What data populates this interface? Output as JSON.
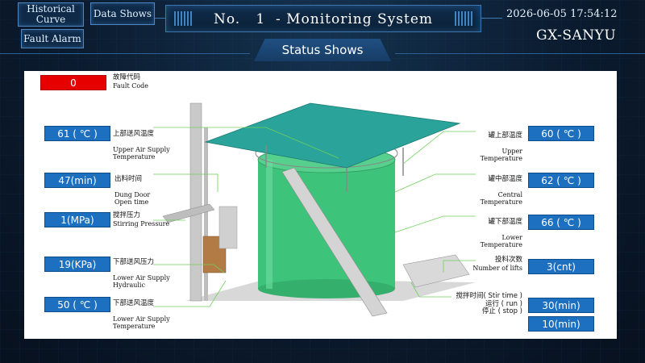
{
  "nav": {
    "historical_curve": "Historical\nCurve",
    "data_shows": "Data Shows",
    "fault_alarm": "Fault Alarm"
  },
  "header": {
    "title": "No.   1  - Monitoring System",
    "datetime": "2026-06-05 17:54:12",
    "brand": "GX-SANYU",
    "subtitle": "Status Shows"
  },
  "left": [
    {
      "value": "0",
      "cn": "故障代码",
      "en": "Fault  Code"
    },
    {
      "value": "61 ( ℃ )",
      "cn": "上部送风温度",
      "en": "Upper Air Supply\nTemperature"
    },
    {
      "value": "47(min)",
      "cn": "出料时间",
      "en": "Dung Door\nOpen time"
    },
    {
      "value": "1(MPa)",
      "cn": "搅拌压力",
      "en": "Stirring Pressure"
    },
    {
      "value": "19(KPa)",
      "cn": "下部送风压力",
      "en": "Lower Air Supply\nHydraulic"
    },
    {
      "value": "50 ( ℃ )",
      "cn": "下部送风温度",
      "en": "Lower Air Supply\nTemperature"
    }
  ],
  "right": [
    {
      "value": "60 ( ℃ )",
      "cn": "罐上部温度",
      "en": "Upper\nTemperature"
    },
    {
      "value": "62 ( ℃ )",
      "cn": "罐中部温度",
      "en": "Central\nTemperature"
    },
    {
      "value": "66 ( ℃ )",
      "cn": "罐下部温度",
      "en": "Lower\nTemperature"
    },
    {
      "value": "3(cnt)",
      "cn": "投料次数",
      "en": "Number of lifts"
    }
  ],
  "stir": {
    "label1": "搅拌时间( Stir time )",
    "label2": "运行 ( run )",
    "label3": "停止 ( stop )",
    "run": "30(min)",
    "stop": "10(min)"
  },
  "colors": {
    "fault": "#e60000",
    "value_box": "#1d6fc0",
    "tank": "#3ec47a",
    "roof": "#2aa39a"
  }
}
